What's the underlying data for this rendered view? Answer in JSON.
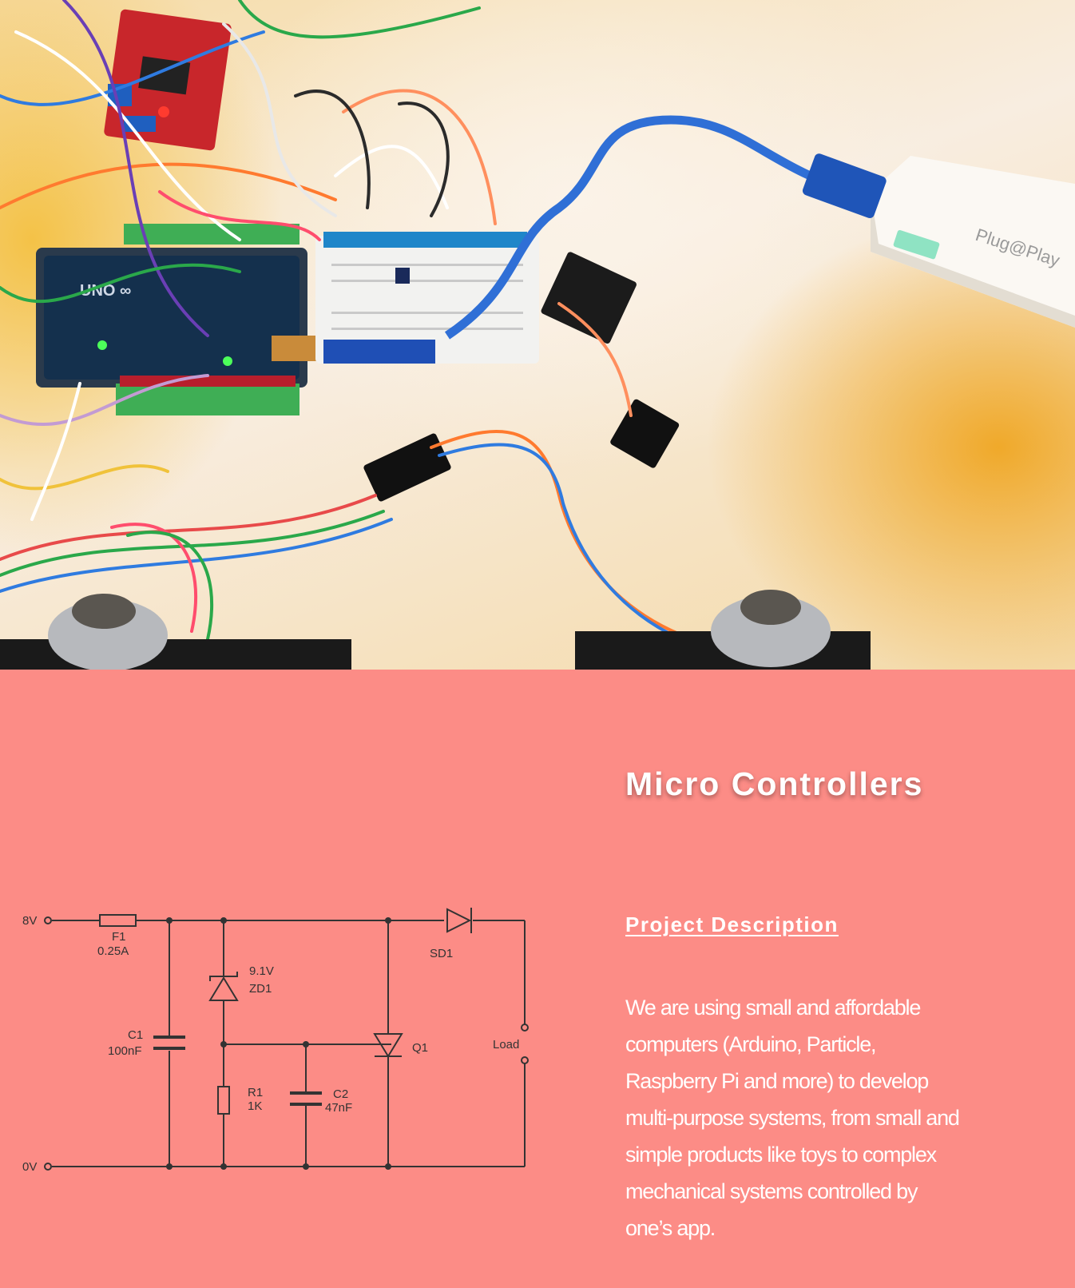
{
  "hero_image": {
    "brand_label": "Plug@Play"
  },
  "section": {
    "title": "Micro Controllers",
    "subtitle": "Project Description",
    "description": "We are using small and affordable computers (Arduino, Particle, Raspberry Pi and more) to develop multi-purpose systems, from small and simple products like toys to complex mechanical systems controlled by one’s app."
  },
  "schematic": {
    "v_top": "8V",
    "v_bottom": "0V",
    "f1_name": "F1",
    "f1_value": "0.25A",
    "zd1_value": "9.1V",
    "zd1_name": "ZD1",
    "sd1_name": "SD1",
    "c1_name": "C1",
    "c1_value": "100nF",
    "r1_name": "R1",
    "r1_value": "1K",
    "c2_name": "C2",
    "c2_value": "47nF",
    "q1_name": "Q1",
    "load": "Load"
  },
  "colors": {
    "background": "#fc8c86",
    "text": "#ffffff",
    "usb_cable": "#2f6fd6"
  }
}
